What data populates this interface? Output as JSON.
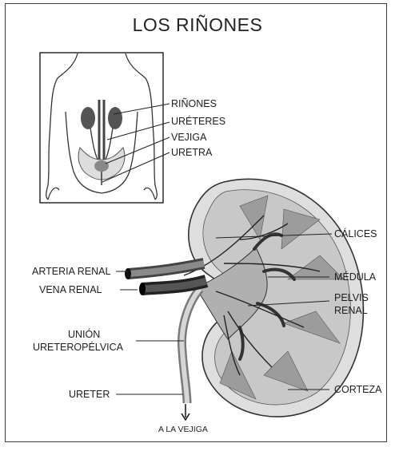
{
  "title": "LOS RIÑONES",
  "body_labels": {
    "kidneys": "RIÑONES",
    "ureters": "URÉTERES",
    "bladder": "VEJIGA",
    "urethra": "URETRA"
  },
  "kidney_labels": {
    "calyces": "CÁLICES",
    "renal_artery": "ARTERIA RENAL",
    "medulla": "MÉDULA",
    "renal_vein": "VENA RENAL",
    "renal_pelvis_line1": "PELVIS",
    "renal_pelvis_line2": "RENAL",
    "ureteropelvic_line1": "UNIÓN",
    "ureteropelvic_line2": "URETEROPÉLVICA",
    "ureter": "URETER",
    "cortex": "CORTEZA",
    "to_bladder": "A LA VEJIGA"
  }
}
